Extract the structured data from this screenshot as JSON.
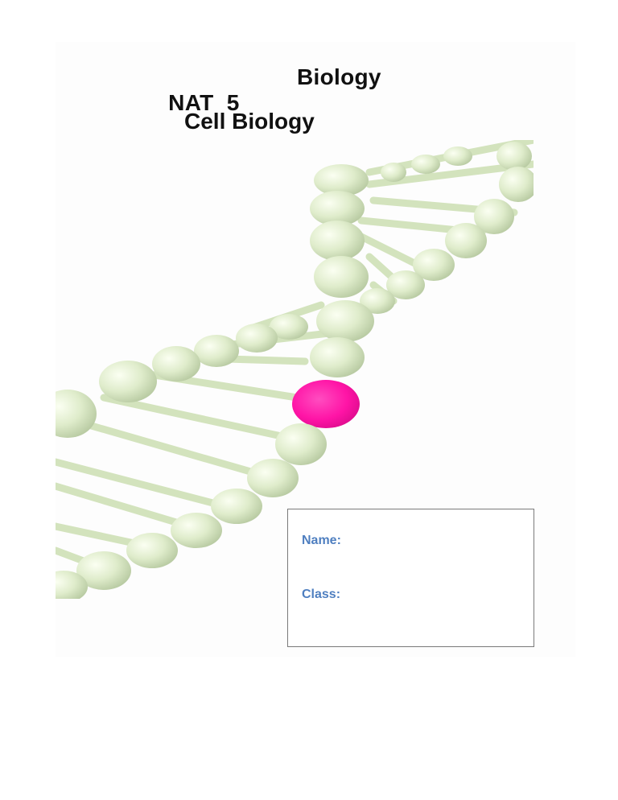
{
  "document": {
    "title_level": "NAT  5",
    "title_subject": "Biology",
    "subtitle": "Cell Biology",
    "image": {
      "description": "DNA double helix",
      "icon": "dna-helix-icon",
      "strand_color": "#dfeccb",
      "highlight_color": "#ff1aa8"
    },
    "info_box": {
      "name_label": "Name:",
      "class_label": "Class:",
      "label_color": "#4f7fc0"
    }
  }
}
